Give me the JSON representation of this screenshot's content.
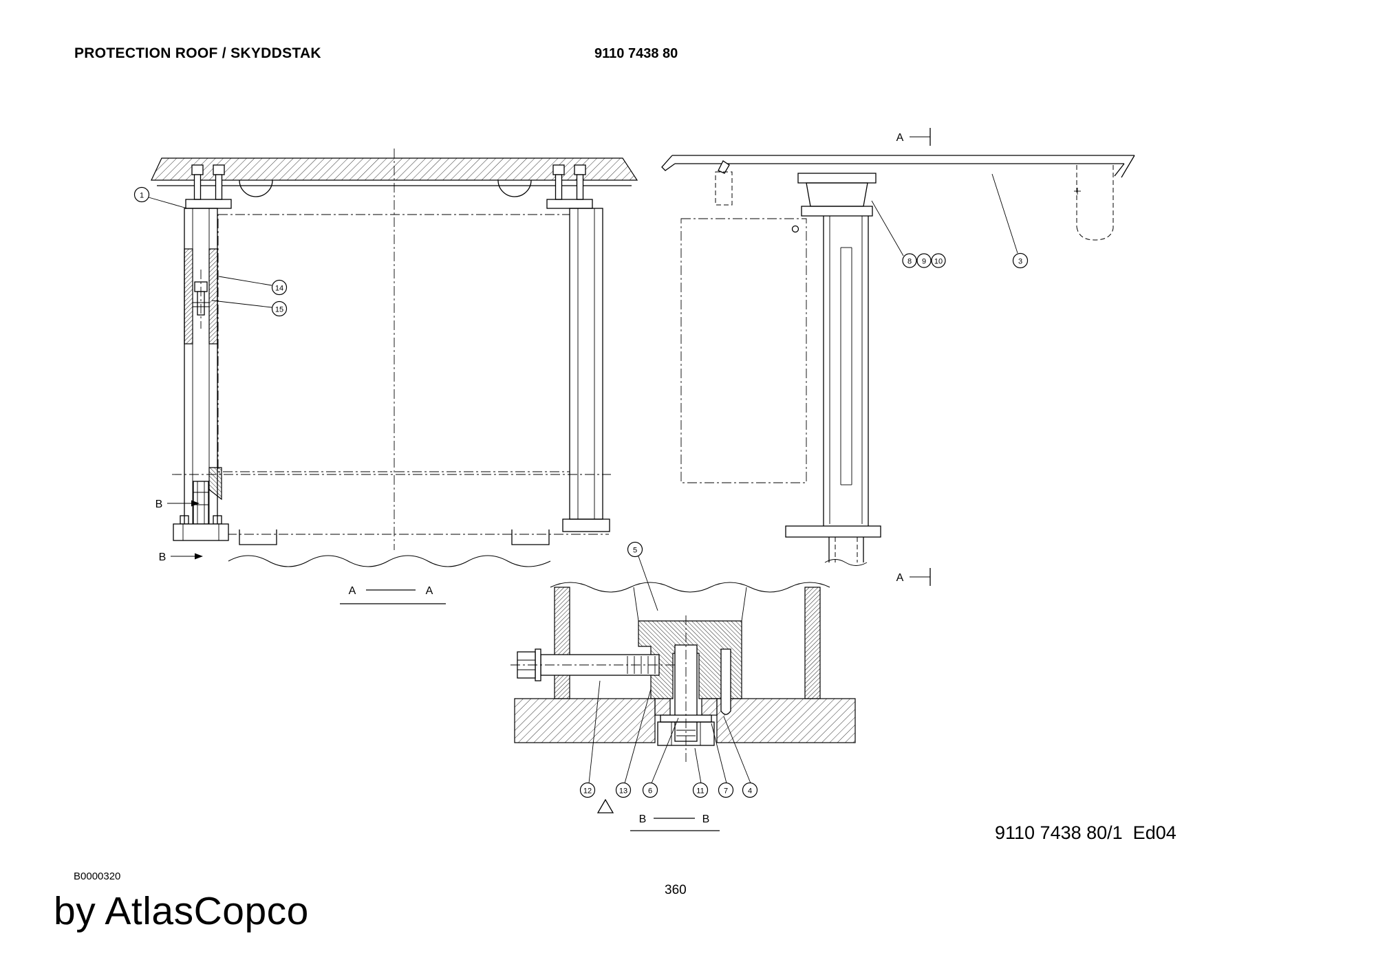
{
  "header": {
    "title": "PROTECTION ROOF / SKYDDSTAK",
    "doc_number": "9110 7438 80"
  },
  "footer": {
    "revision": "9110 7438 80/1  Ed04",
    "drawing_code": "B0000320",
    "page_number": "360",
    "brand": "by AtlasCopco"
  },
  "sections": {
    "a_label": "A",
    "b_label": "B"
  },
  "callouts": {
    "c1": "1",
    "c3": "3",
    "c4": "4",
    "c5": "5",
    "c6": "6",
    "c7": "7",
    "c8": "8",
    "c9": "9",
    "c10": "10",
    "c11": "11",
    "c12": "12",
    "c13": "13",
    "c14": "14",
    "c15": "15"
  },
  "colors": {
    "ink": "#000000",
    "paper": "#ffffff"
  }
}
